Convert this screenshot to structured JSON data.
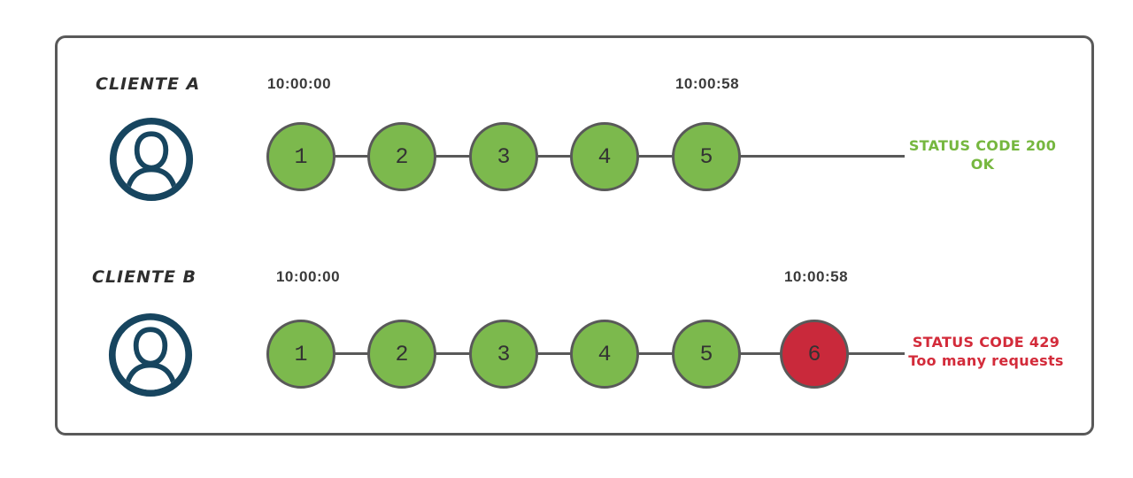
{
  "diagram": {
    "rows": [
      {
        "client": "CLIENTE A",
        "start_time": "10:00:00",
        "end_time": "10:00:58",
        "requests": [
          "1",
          "2",
          "3",
          "4",
          "5"
        ],
        "status_code_line": "STATUS CODE 200",
        "status_message_line": "OK"
      },
      {
        "client": "CLIENTE B",
        "start_time": "10:00:00",
        "end_time": "10:00:58",
        "requests": [
          "1",
          "2",
          "3",
          "4",
          "5",
          "6"
        ],
        "status_code_line": "STATUS CODE 429",
        "status_message_line": "Too many requests"
      }
    ],
    "colors": {
      "request_ok_fill": "#7CB94D",
      "request_rejected_fill": "#C9293B",
      "status_ok_text": "#76B73F",
      "status_error_text": "#D32B3A",
      "outline_stroke": "#595959",
      "avatar_stroke": "#17455F"
    }
  }
}
